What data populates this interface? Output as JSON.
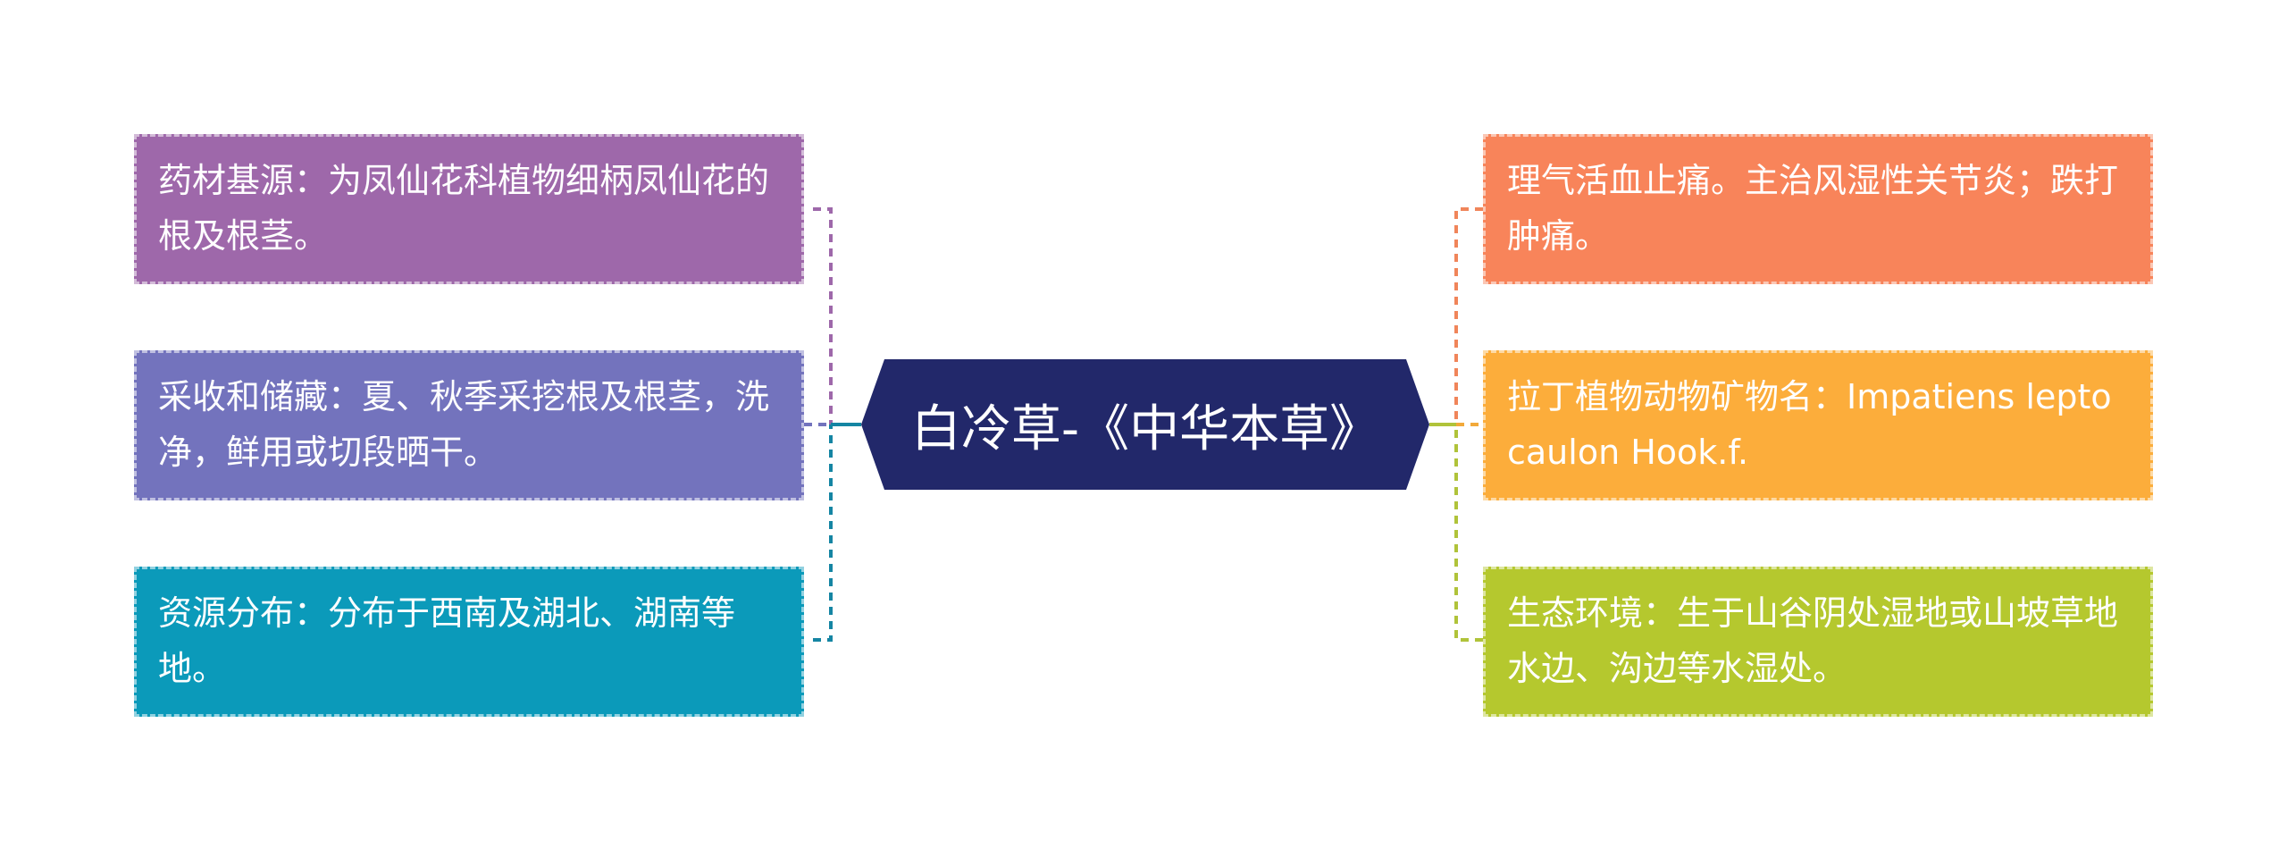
{
  "center": {
    "title": "白冷草-《中华本草》",
    "color": "#22286a"
  },
  "left_nodes": [
    {
      "text": "药材基源：为凤仙花科植物细柄凤仙花的根及根茎。",
      "color": "#9e68aa",
      "line_color": "#9e68aa"
    },
    {
      "text": "采收和储藏：夏、秋季采挖根及根茎，洗净，鲜用或切段晒干。",
      "color": "#7373bd",
      "line_color": "#7373bd"
    },
    {
      "text": "资源分布：分布于西南及湖北、湖南等地。",
      "color": "#0b9aba",
      "line_color": "#1585a3"
    }
  ],
  "right_nodes": [
    {
      "text": "理气活血止痛。主治风湿性关节炎；跌打肿痛。",
      "color": "#f8845a",
      "line_color": "#f0855a"
    },
    {
      "text": "拉丁植物动物矿物名：Impatiens leptocaulon Hook.f.",
      "color": "#fcad3b",
      "line_color": "#f2a93a"
    },
    {
      "text": "生态环境：生于山谷阴处湿地或山坡草地水边、沟边等水湿处。",
      "color": "#b5c82e",
      "line_color": "#b0c33a"
    }
  ]
}
